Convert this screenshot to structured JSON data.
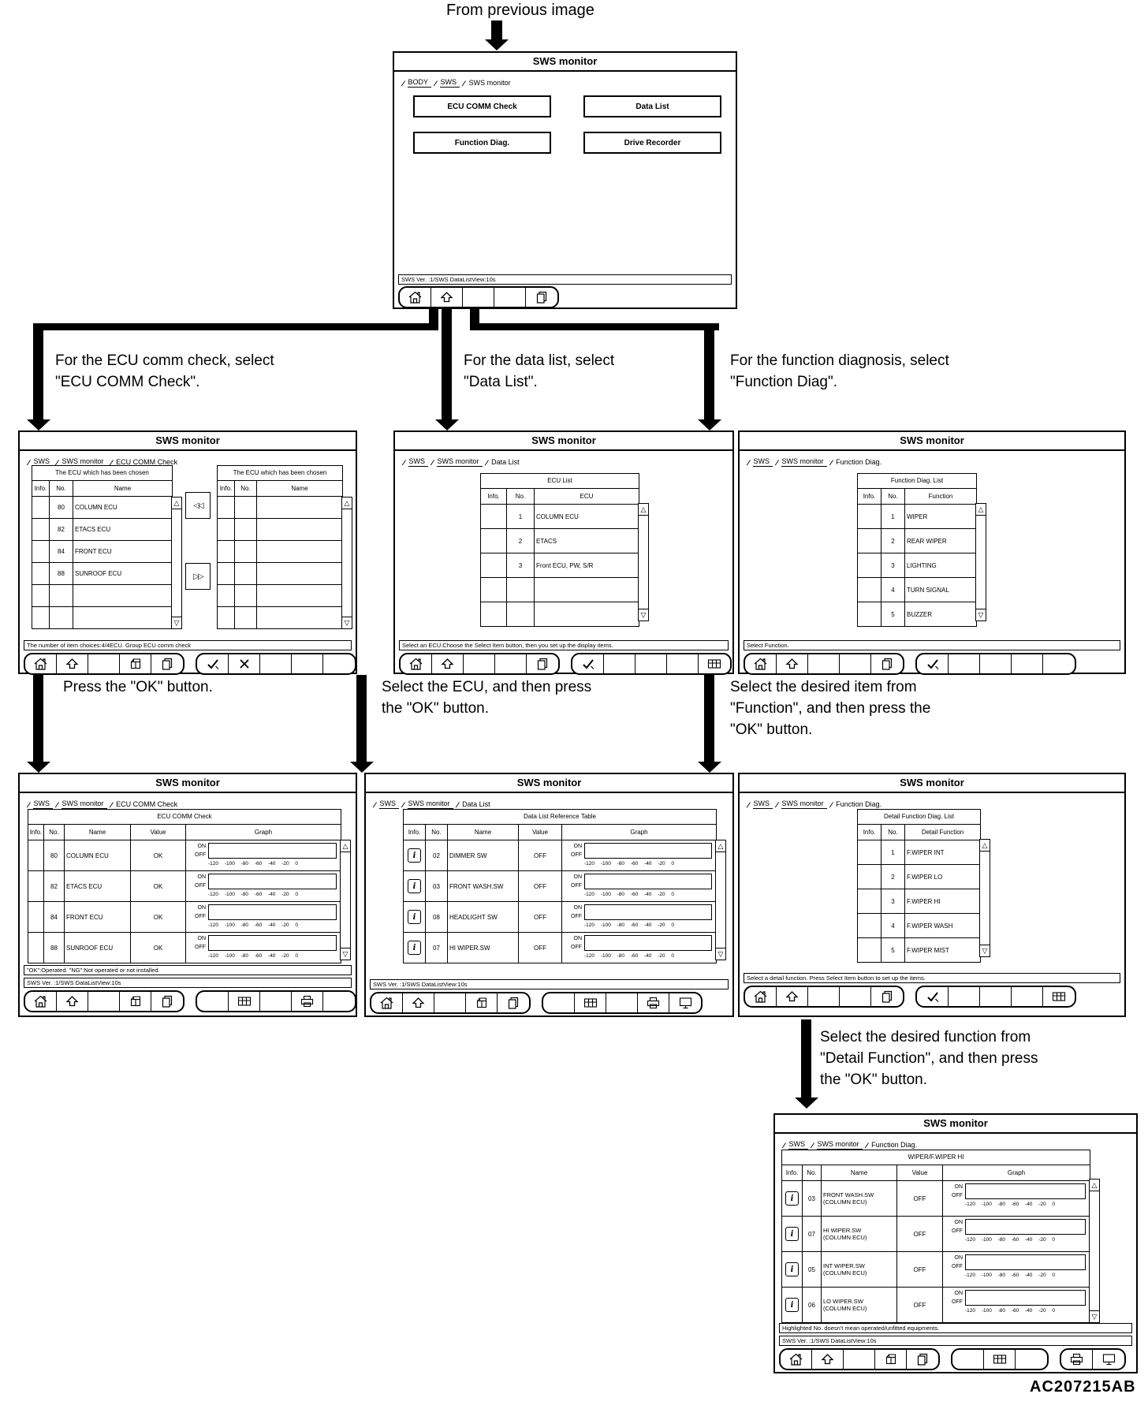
{
  "page": {
    "from_previous": "From previous image",
    "figure_code": "AC207215AB"
  },
  "annotations": {
    "ecu_comm": "For the ECU comm check, select\n\"ECU COMM Check\".",
    "data_list": "For the data list, select\n\"Data List\".",
    "function_diag": "For the function diagnosis, select\n\"Function Diag\".",
    "press_ok": "Press the \"OK\" button.",
    "select_ecu": "Select the ECU, and then press\nthe \"OK\" button.",
    "select_item": "Select the desired item from\n\"Function\", and then press the\n\"OK\" button.",
    "select_detail": "Select the desired function from\n\"Detail Function\", and then press\nthe \"OK\" button."
  },
  "common": {
    "window_title": "SWS monitor",
    "version_status": "SWS Ver. :1/SWS DataListView:10s",
    "on_label": "ON",
    "off_label": "OFF",
    "graph_axis": "-120 -100 -80 -60 -40 -20 0",
    "scroll_up": "△",
    "scroll_down": "▽",
    "transfer_left": "◁◁",
    "transfer_right": "▷▷",
    "info_glyph": "i"
  },
  "screens": {
    "menu": {
      "tabs": [
        "BODY",
        "SWS",
        "SWS monitor"
      ],
      "buttons": [
        "ECU COMM Check",
        "Data List",
        "Function Diag.",
        "Drive Recorder"
      ],
      "toolbar": {
        "left": [
          "home",
          "up",
          "",
          "",
          "copy"
        ]
      }
    },
    "chooser": {
      "tabs": [
        "SWS",
        "SWS monitor",
        "ECU COMM Check"
      ],
      "left_table": {
        "title": "The ECU which has been chosen",
        "headers": [
          "Info.",
          "No.",
          "Name"
        ],
        "rows": [
          {
            "no": "80",
            "name": "COLUMN ECU"
          },
          {
            "no": "82",
            "name": "ETACS ECU"
          },
          {
            "no": "84",
            "name": "FRONT ECU"
          },
          {
            "no": "88",
            "name": "SUNROOF ECU"
          },
          {
            "no": "",
            "name": ""
          },
          {
            "no": "",
            "name": ""
          }
        ]
      },
      "right_table": {
        "title": "The ECU which has been chosen",
        "headers": [
          "Info.",
          "No.",
          "Name"
        ],
        "rows": [
          {
            "no": "",
            "name": ""
          },
          {
            "no": "",
            "name": ""
          },
          {
            "no": "",
            "name": ""
          },
          {
            "no": "",
            "name": ""
          },
          {
            "no": "",
            "name": ""
          },
          {
            "no": "",
            "name": ""
          }
        ]
      },
      "status": "The number of item choices:4/4ECU. Group ECU comm check",
      "toolbar": {
        "left": [
          "home",
          "up",
          "",
          "package",
          "copy"
        ],
        "right": [
          "check",
          "cross",
          "",
          "",
          ""
        ]
      }
    },
    "ecu_list": {
      "tabs": [
        "SWS",
        "SWS monitor",
        "Data List"
      ],
      "table": {
        "title": "ECU List",
        "headers": [
          "Info.",
          "No.",
          "ECU"
        ],
        "rows": [
          {
            "no": "1",
            "name": "COLUMN ECU"
          },
          {
            "no": "2",
            "name": "ETACS"
          },
          {
            "no": "3",
            "name": "Front ECU, PW, S/R"
          },
          {
            "no": "",
            "name": ""
          },
          {
            "no": "",
            "name": ""
          }
        ]
      },
      "status": "Select an ECU.Choose the Select Item button, then you set up the display items.",
      "toolbar": {
        "left": [
          "home",
          "up",
          "",
          "",
          "copy"
        ],
        "right": [
          "check",
          "",
          "",
          "",
          "grid"
        ]
      }
    },
    "func_list": {
      "tabs": [
        "SWS",
        "SWS monitor",
        "Function Diag."
      ],
      "table": {
        "title": "Function Diag. List",
        "headers": [
          "Info.",
          "No.",
          "Function"
        ],
        "rows": [
          {
            "no": "1",
            "name": "WIPER"
          },
          {
            "no": "2",
            "name": "REAR WIPER"
          },
          {
            "no": "3",
            "name": "LIGHTING"
          },
          {
            "no": "4",
            "name": "TURN SIGNAL"
          },
          {
            "no": "5",
            "name": "BUZZER"
          }
        ]
      },
      "status": "Select Function.",
      "toolbar": {
        "left": [
          "home",
          "up",
          "",
          "",
          "copy"
        ],
        "right": [
          "check",
          "",
          "",
          "",
          ""
        ]
      }
    },
    "comm_result": {
      "tabs": [
        "SWS",
        "SWS monitor",
        "ECU COMM Check"
      ],
      "table": {
        "title": "ECU COMM Check",
        "headers": [
          "Info.",
          "No.",
          "Name",
          "Value",
          "Graph"
        ],
        "rows": [
          {
            "no": "80",
            "name": "COLUMN ECU",
            "value": "OK"
          },
          {
            "no": "82",
            "name": "ETACS ECU",
            "value": "OK"
          },
          {
            "no": "84",
            "name": "FRONT ECU",
            "value": "OK"
          },
          {
            "no": "88",
            "name": "SUNROOF ECU",
            "value": "OK"
          }
        ]
      },
      "note": "\"OK\":Operated. \"NG\":Not operated or not installed.",
      "toolbar": {
        "left": [
          "home",
          "up",
          "",
          "package",
          "copy"
        ],
        "right": [
          "",
          "grid",
          "",
          "printer",
          ""
        ]
      }
    },
    "data_result": {
      "tabs": [
        "SWS",
        "SWS monitor",
        "Data List"
      ],
      "table": {
        "title": "Data List Reference Table",
        "headers": [
          "Info.",
          "No.",
          "Name",
          "Value",
          "Graph"
        ],
        "rows": [
          {
            "no": "02",
            "name": "DIMMER SW",
            "value": "OFF",
            "info": true
          },
          {
            "no": "03",
            "name": "FRONT WASH.SW",
            "value": "OFF",
            "info": true
          },
          {
            "no": "08",
            "name": "HEADLIGHT SW",
            "value": "OFF",
            "info": true
          },
          {
            "no": "07",
            "name": "HI WIPER.SW",
            "value": "OFF",
            "info": true
          }
        ]
      },
      "toolbar": {
        "left": [
          "home",
          "up",
          "",
          "package",
          "copy"
        ],
        "right": [
          "",
          "grid",
          "",
          "printer",
          "monitor"
        ]
      }
    },
    "detail_list": {
      "tabs": [
        "SWS",
        "SWS monitor",
        "Function Diag."
      ],
      "table": {
        "title": "Detail Function Diag. List",
        "headers": [
          "Info.",
          "No.",
          "Detail Function"
        ],
        "rows": [
          {
            "no": "1",
            "name": "F.WIPER INT"
          },
          {
            "no": "2",
            "name": "F.WIPER LO"
          },
          {
            "no": "3",
            "name": "F.WIPER HI"
          },
          {
            "no": "4",
            "name": "F.WIPER WASH"
          },
          {
            "no": "5",
            "name": "F.WIPER MIST"
          }
        ]
      },
      "status": "Select a detail function. Press Select Item button to set up the items.",
      "toolbar": {
        "left": [
          "home",
          "up",
          "",
          "",
          "copy"
        ],
        "right": [
          "check",
          "",
          "",
          "",
          "grid"
        ]
      }
    },
    "wiper": {
      "tabs": [
        "SWS",
        "SWS monitor",
        "Function Diag."
      ],
      "table": {
        "title": "WIPER/F.WIPER HI",
        "headers": [
          "Info.",
          "No.",
          "Name",
          "Value",
          "Graph"
        ],
        "rows": [
          {
            "no": "03",
            "name": "FRONT WASH.SW",
            "name2": "(COLUMN ECU)",
            "value": "OFF",
            "info": true
          },
          {
            "no": "07",
            "name": "HI WIPER.SW",
            "name2": "(COLUMN ECU)",
            "value": "OFF",
            "info": true
          },
          {
            "no": "05",
            "name": "INT WIPER.SW",
            "name2": "(COLUMN ECU)",
            "value": "OFF",
            "info": true
          },
          {
            "no": "06",
            "name": "LO WIPER.SW",
            "name2": "(COLUMN ECU)",
            "value": "OFF",
            "info": true
          }
        ]
      },
      "note": "Highlighted No. doesn't mean operated/unfitted equipments.",
      "toolbar": {
        "left": [
          "home",
          "up",
          "",
          "package",
          "copy"
        ],
        "mid": [
          "",
          "grid",
          ""
        ],
        "right": [
          "printer",
          "monitor"
        ]
      }
    }
  }
}
